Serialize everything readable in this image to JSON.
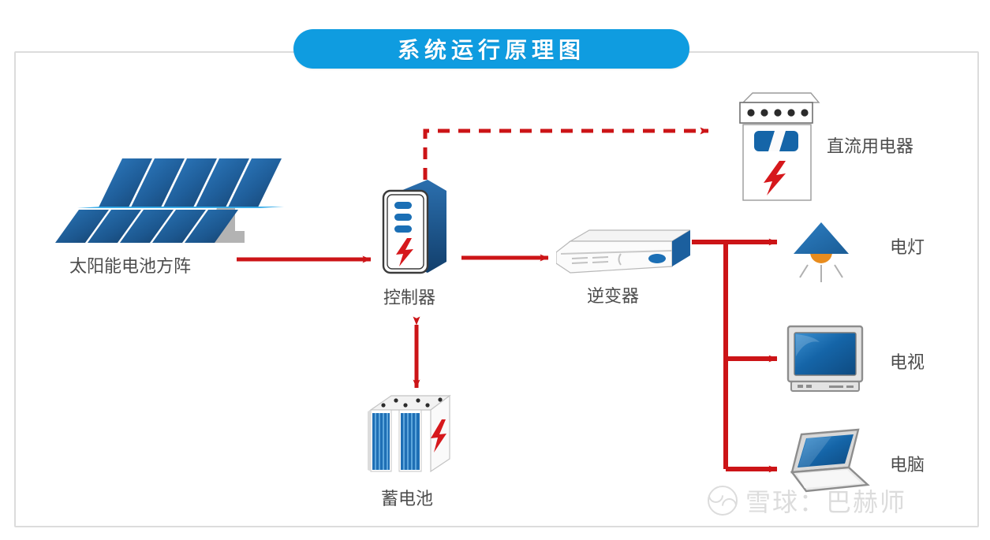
{
  "title": "系统运行原理图",
  "frame": {
    "border_color": "#dcdcdc"
  },
  "colors": {
    "title_pill": "#0f9ce0",
    "arrow_red": "#cc1417",
    "panel_blue_dark": "#1b4f8a",
    "panel_blue_light": "#2f7ec4",
    "label_gray": "#4d4d4d",
    "device_blue": "#1565a8",
    "bulb_orange": "#e88c1e"
  },
  "nodes": {
    "solar_array": {
      "label": "太阳能电池方阵",
      "icon": "solar-panel-array-icon"
    },
    "controller": {
      "label": "控制器",
      "icon": "controller-box-icon"
    },
    "inverter": {
      "label": "逆变器",
      "icon": "inverter-box-icon"
    },
    "battery": {
      "label": "蓄电池",
      "icon": "battery-cells-icon"
    },
    "dc_appliance": {
      "label": "直流用电器",
      "icon": "dc-appliance-icon"
    },
    "lamp": {
      "label": "电灯",
      "icon": "lamp-icon"
    },
    "tv": {
      "label": "电视",
      "icon": "television-icon"
    },
    "computer": {
      "label": "电脑",
      "icon": "laptop-icon"
    }
  },
  "connections": [
    {
      "from": "solar_array",
      "to": "controller",
      "style": "solid",
      "heads": "single"
    },
    {
      "from": "controller",
      "to": "dc_appliance",
      "style": "dashed",
      "heads": "single"
    },
    {
      "from": "controller",
      "to": "inverter",
      "style": "solid",
      "heads": "single"
    },
    {
      "from": "controller",
      "to": "battery",
      "style": "solid",
      "heads": "double"
    },
    {
      "from": "inverter",
      "to": "lamp",
      "style": "solid",
      "heads": "single"
    },
    {
      "from": "inverter",
      "to": "tv",
      "style": "solid",
      "heads": "single"
    },
    {
      "from": "inverter",
      "to": "computer",
      "style": "solid",
      "heads": "single"
    }
  ],
  "watermark": {
    "text": "雪球：巴赫师",
    "logo": "xueqiu-logo-icon"
  }
}
